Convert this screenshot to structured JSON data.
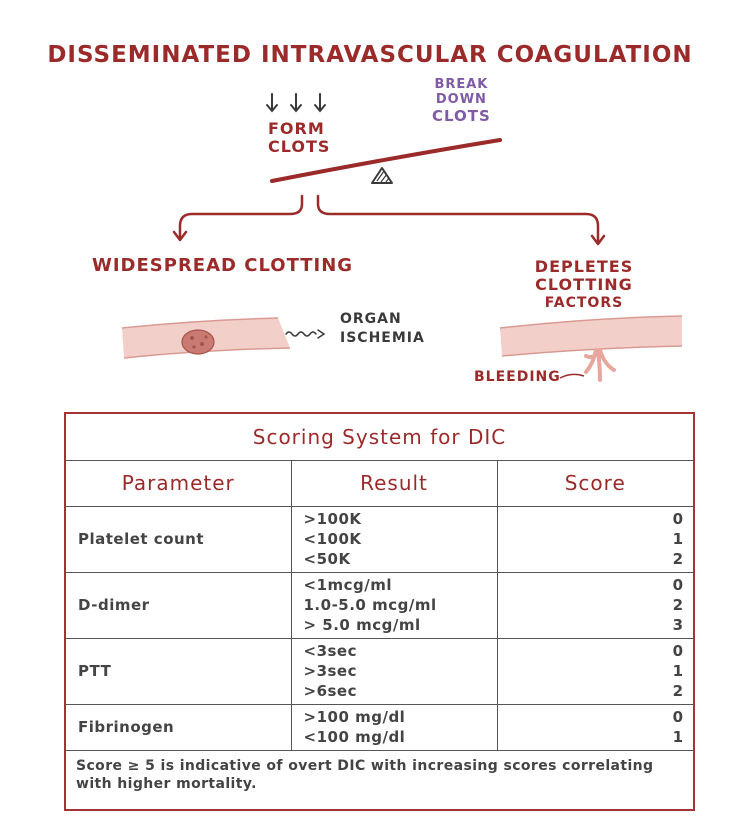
{
  "illustration": {
    "title": "Disseminated Intravascular Coagulation",
    "form_clots": [
      "Form",
      "Clots"
    ],
    "break_down_clots": [
      "Break",
      "down",
      "Clots"
    ],
    "widespread_clotting": "Widespread Clotting",
    "depletes": [
      "Depletes Clotting",
      "Factors"
    ],
    "organ_ischemia": [
      "Organ",
      "Ischemia"
    ],
    "bleeding": "Bleeding",
    "colors": {
      "accent_red": "#9b2a2a",
      "purple": "#7f5aa5",
      "vessel": "#f3cfc9",
      "clot": "#c97b72"
    }
  },
  "table": {
    "title": "Scoring System for DIC",
    "headers": [
      "Parameter",
      "Result",
      "Score"
    ],
    "rows": [
      {
        "parameter": "Platelet count",
        "results": [
          ">100K",
          "<100K",
          "<50K"
        ],
        "scores": [
          "0",
          "1",
          "2"
        ]
      },
      {
        "parameter": "D-dimer",
        "results": [
          "<1mcg/ml",
          "1.0-5.0 mcg/ml",
          "> 5.0 mcg/ml"
        ],
        "scores": [
          "0",
          "2",
          "3"
        ]
      },
      {
        "parameter": "PTT",
        "results": [
          "<3sec",
          ">3sec",
          ">6sec"
        ],
        "scores": [
          "0",
          "1",
          "2"
        ]
      },
      {
        "parameter": "Fibrinogen",
        "results": [
          ">100 mg/dl",
          "<100 mg/dl"
        ],
        "scores": [
          "0",
          "1"
        ]
      }
    ],
    "note": "Score ≥ 5 is indicative of overt DIC with increasing scores correlating with higher mortality.",
    "border_color": "#a33436"
  }
}
